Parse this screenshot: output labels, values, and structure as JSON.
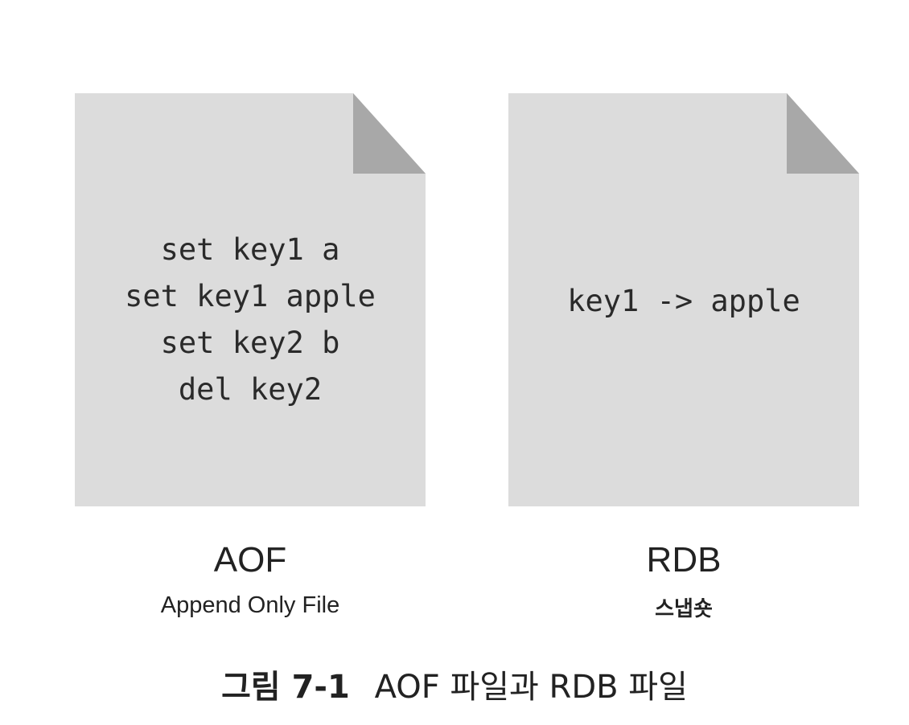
{
  "aof": {
    "lines": [
      "set key1 a",
      "set key1 apple",
      "set key2 b",
      "del key2"
    ],
    "title": "AOF",
    "subtitle": "Append Only File"
  },
  "rdb": {
    "lines": [
      "key1 -> apple"
    ],
    "title": "RDB",
    "subtitle": "스냅숏"
  },
  "caption": {
    "number": "그림 7-1",
    "text": "AOF 파일과 RDB 파일"
  },
  "colors": {
    "page_fill": "#dcdcdc",
    "fold_fill": "#a8a8a8",
    "text": "#222222"
  },
  "icons": [
    "document-icon",
    "document-icon"
  ]
}
